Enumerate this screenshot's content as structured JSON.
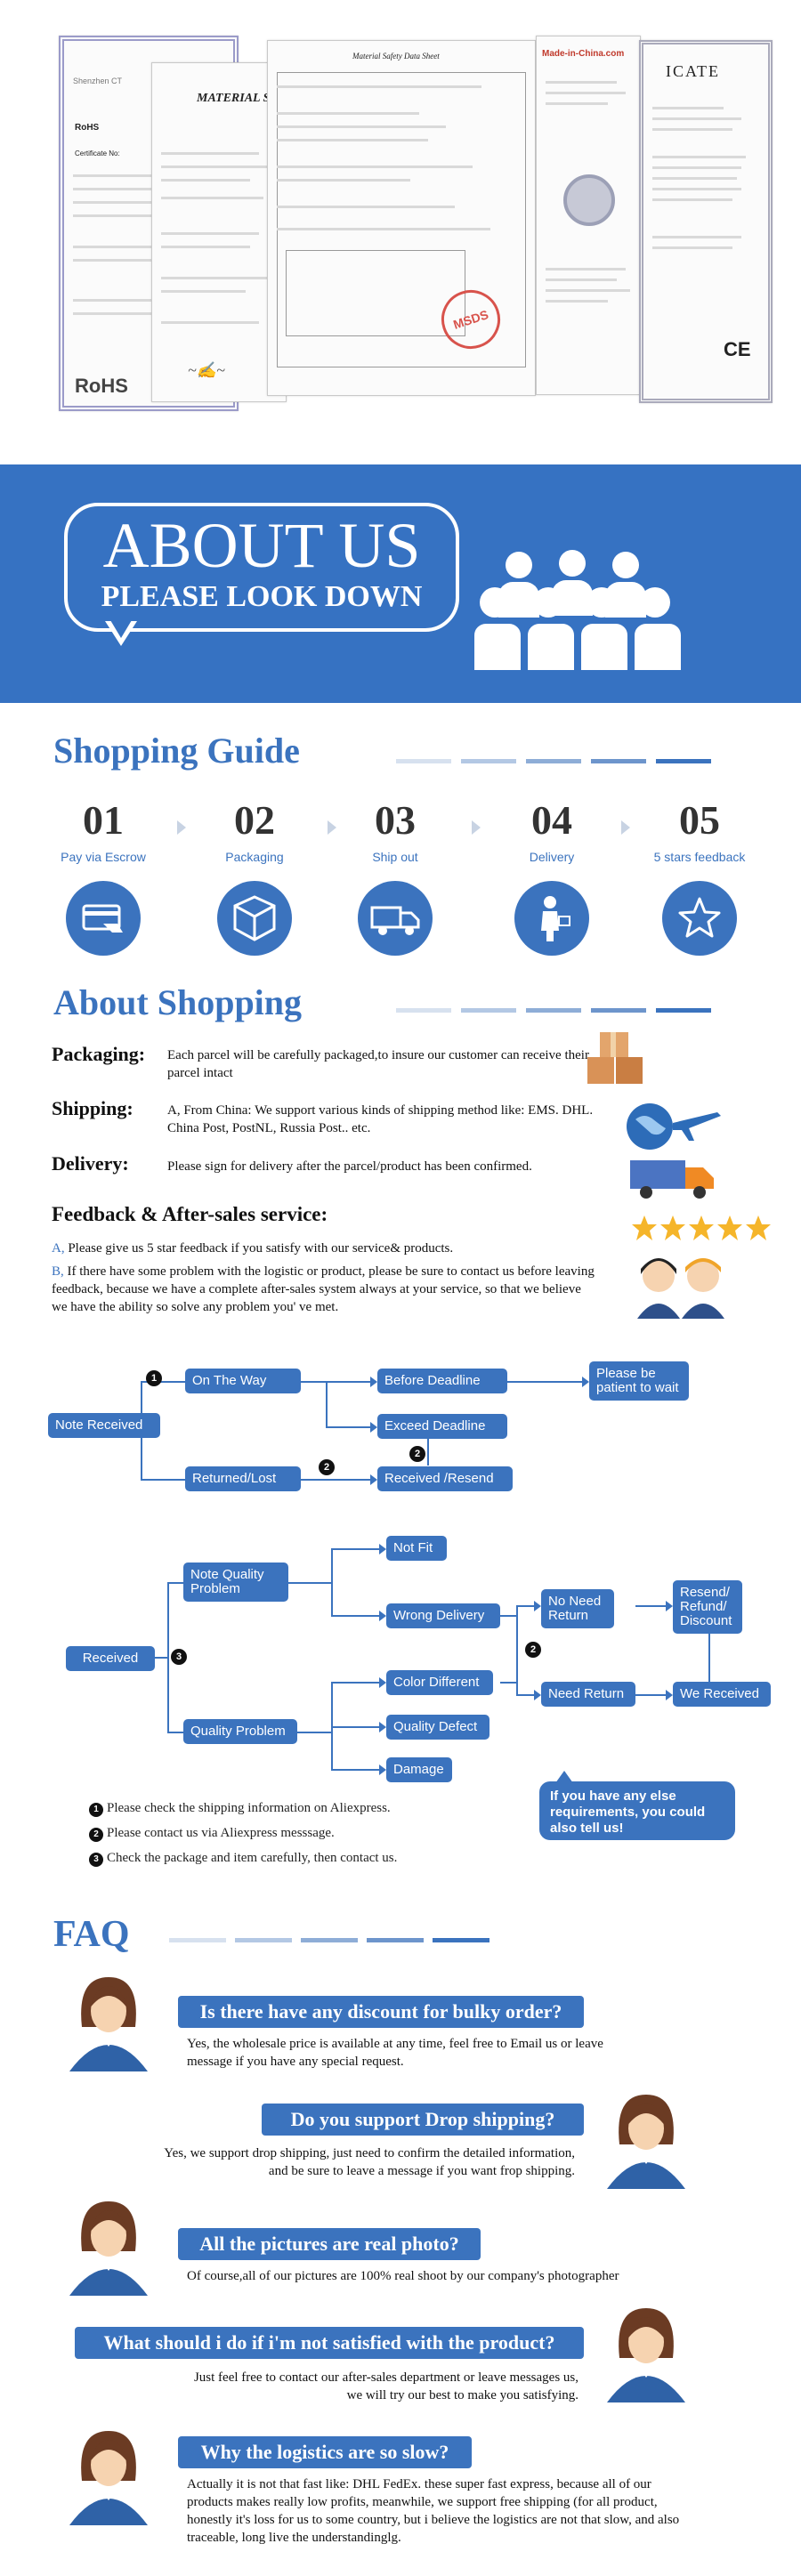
{
  "certificates": {
    "c1_title": "MATERIAL S",
    "c1_logo": "RoHS",
    "c1_label": "Certificate No:",
    "c1_small": "Shenzhen CT",
    "c2_title": "Material Safety Data Sheet",
    "c2_stamp": "MSDS",
    "c3_brand": "Made-in-China.com",
    "c4_title": "ICATE"
  },
  "banner": {
    "title": "ABOUT US",
    "subtitle": "PLEASE LOOK DOWN"
  },
  "shopping_guide": {
    "title": "Shopping Guide",
    "steps": [
      {
        "num": "01",
        "label": "Pay via Escrow",
        "icon": "credit-card-icon"
      },
      {
        "num": "02",
        "label": "Packaging",
        "icon": "package-box-icon"
      },
      {
        "num": "03",
        "label": "Ship out",
        "icon": "delivery-truck-icon"
      },
      {
        "num": "04",
        "label": "Delivery",
        "icon": "courier-person-icon"
      },
      {
        "num": "05",
        "label": "5 stars feedback",
        "icon": "star-check-icon"
      }
    ]
  },
  "about_shopping": {
    "title": "About Shopping",
    "packaging_label": "Packaging:",
    "packaging_text": "Each parcel will be carefully packaged,to insure our customer can receive their parcel intact",
    "shipping_label": "Shipping:",
    "shipping_text": "A, From China: We support various kinds of shipping method like: EMS. DHL. China Post, PostNL, Russia Post.. etc.",
    "delivery_label": "Delivery:",
    "delivery_text": "Please sign for delivery after the parcel/product has been confirmed.",
    "feedback_title": "Feedback & After-sales service:",
    "feedback_a_prefix": "A,",
    "feedback_a": "Please give us 5 star feedback if you satisfy with our service& products.",
    "feedback_b_prefix": "B,",
    "feedback_b": "If there have some problem with the logistic or product, please be sure to contact us before leaving feedback, because we have a complete after-sales system always at your service, so that we believe we have the ability so solve any problem you' ve met."
  },
  "flow1": {
    "note_received": "Note Received",
    "on_the_way": "On The Way",
    "before_deadline": "Before Deadline",
    "patient": "Please be patient to wait",
    "exceed_deadline": "Exceed Deadline",
    "returned_lost": "Returned/Lost",
    "received_resend": "Received /Resend",
    "n1": "1",
    "n2": "2",
    "n3": "3"
  },
  "flow2": {
    "received": "Received",
    "note_quality": "Note Quality Problem",
    "quality_problem": "Quality Problem",
    "not_fit": "Not Fit",
    "wrong_delivery": "Wrong Delivery",
    "color_different": "Color Different",
    "quality_defect": "Quality Defect",
    "damage": "Damage",
    "no_need_return": "No Need Return",
    "need_return": "Need Return",
    "resend": "Resend/ Refund/ Discount",
    "we_received": "We Received",
    "n2": "2",
    "n3": "3"
  },
  "notes": {
    "n1": "Please check the shipping information on Aliexpress.",
    "n2": "Please contact us via Aliexpress messsage.",
    "n3": "Check the package and item carefully, then contact us.",
    "bubble": "If you have any else requirements, you could also tell us!"
  },
  "faq": {
    "title": "FAQ",
    "items": [
      {
        "q": "Is there have any discount for bulky order?",
        "a": "Yes, the wholesale price is available at any time, feel free to Email us or leave message if you have any special request."
      },
      {
        "q": "Do you support Drop shipping?",
        "a": "Yes, we support drop shipping, just need to confirm the detailed information, and be sure to leave a message if you want frop shipping."
      },
      {
        "q": "All the pictures are real photo?",
        "a": "Of course,all of our pictures are 100% real shoot by our company's photographer"
      },
      {
        "q": "What should i do if i'm not satisfied with the product?",
        "a": "Just feel free to contact our after-sales department or leave messages us, we will try our best to make you satisfying."
      },
      {
        "q": "Why the logistics are so slow?",
        "a": "Actually it is not that fast like: DHL FedEx. these super fast express, because all of our products makes really low profits, meanwhile, we support free shipping (for all product, honestly it's loss for us to some country, but i believe the logistics are not that slow, and also traceable, long live the understandinglg."
      }
    ]
  },
  "colors": {
    "accent": "#3b73be",
    "banner": "#3672c2",
    "star": "#f5b52a"
  }
}
